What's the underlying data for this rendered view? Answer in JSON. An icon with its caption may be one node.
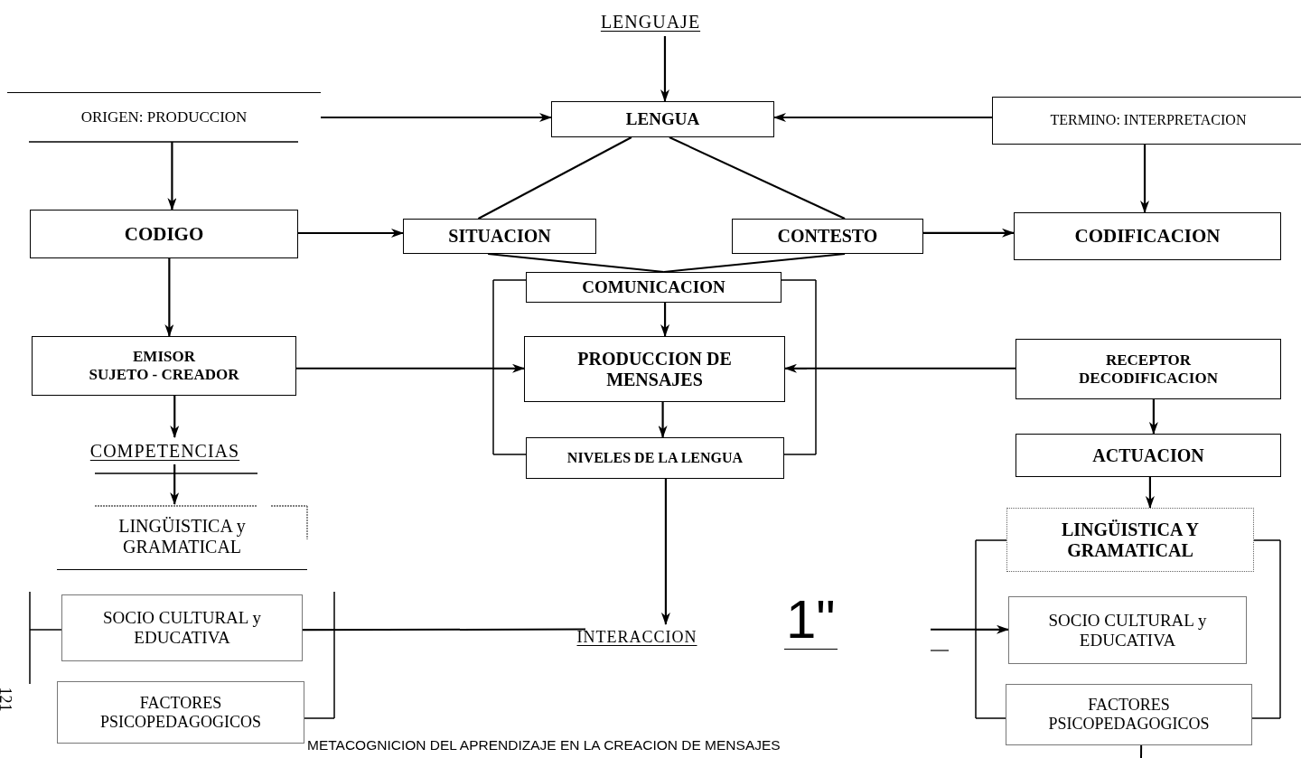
{
  "diagram": {
    "caption": "METACOGNICION DEL APRENDIZAJE EN LA CREACION DE MENSAJES",
    "nodes": [
      {
        "text": [
          "LENGUAJE"
        ]
      },
      {
        "text": [
          "ORIGEN: PRODUCCION"
        ]
      },
      {
        "text": [
          "LENGUA"
        ]
      },
      {
        "text": [
          "TERMINO: INTERPRETACION"
        ]
      },
      {
        "text": [
          "CODIGO"
        ]
      },
      {
        "text": [
          "SITUACION"
        ]
      },
      {
        "text": [
          "CONTESTO"
        ]
      },
      {
        "text": [
          "CODIFICACION"
        ]
      },
      {
        "text": [
          "COMUNICACION"
        ]
      },
      {
        "text": [
          "EMISOR",
          "SUJETO - CREADOR"
        ]
      },
      {
        "text": [
          "PRODUCCION DE MENSAJES"
        ]
      },
      {
        "text": [
          "RECEPTOR",
          "DECODIFICACION"
        ]
      },
      {
        "text": [
          "COMPETENCIAS"
        ]
      },
      {
        "text": [
          "NIVELES DE LA LENGUA"
        ]
      },
      {
        "text": [
          "ACTUACION"
        ]
      },
      {
        "text": [
          "LINGÜISTICA y GRAMATICAL"
        ]
      },
      {
        "text": [
          "LINGÜISTICA Y GRAMATICAL"
        ]
      },
      {
        "text": [
          "SOCIO CULTURAL y EDUCATIVA"
        ]
      },
      {
        "text": [
          "INTERACCION"
        ]
      },
      {
        "text": [
          "SOCIO CULTURAL y EDUCATIVA"
        ]
      },
      {
        "text": [
          "FACTORES PSICOPEDAGOGICOS"
        ]
      },
      {
        "text": [
          "FACTORES PSICOPEDAGOGICOS"
        ]
      }
    ],
    "edges": [
      {
        "from": 0,
        "to": 2,
        "arrow": "to"
      },
      {
        "from": 1,
        "to": 2,
        "arrow": "to"
      },
      {
        "from": 3,
        "to": 2,
        "arrow": "to"
      },
      {
        "from": 1,
        "to": 4,
        "arrow": "to"
      },
      {
        "from": 2,
        "to": 5,
        "arrow": "none"
      },
      {
        "from": 2,
        "to": 6,
        "arrow": "none"
      },
      {
        "from": 4,
        "to": 5,
        "arrow": "to"
      },
      {
        "from": 6,
        "to": 7,
        "arrow": "to"
      },
      {
        "from": 3,
        "to": 7,
        "arrow": "to"
      },
      {
        "from": 5,
        "to": 8,
        "arrow": "none"
      },
      {
        "from": 6,
        "to": 8,
        "arrow": "none"
      },
      {
        "from": 4,
        "to": 9,
        "arrow": "to"
      },
      {
        "from": 8,
        "to": 10,
        "arrow": "to"
      },
      {
        "from": 9,
        "to": 10,
        "arrow": "to"
      },
      {
        "from": 11,
        "to": 10,
        "arrow": "to"
      },
      {
        "from": 10,
        "to": 13,
        "arrow": "to"
      },
      {
        "from": 9,
        "to": 12,
        "arrow": "to"
      },
      {
        "from": 11,
        "to": 14,
        "arrow": "to"
      },
      {
        "from": 12,
        "to": 15,
        "arrow": "to"
      },
      {
        "from": 14,
        "to": 16,
        "arrow": "to"
      },
      {
        "from": 13,
        "to": 18,
        "arrow": "to"
      },
      {
        "from": 17,
        "to": 18,
        "arrow": "none"
      },
      {
        "from": null,
        "to": 19,
        "arrow": "to"
      },
      {
        "from": 21,
        "to": null,
        "arrow": "none"
      }
    ],
    "labels": [
      "1\"",
      "121"
    ]
  }
}
